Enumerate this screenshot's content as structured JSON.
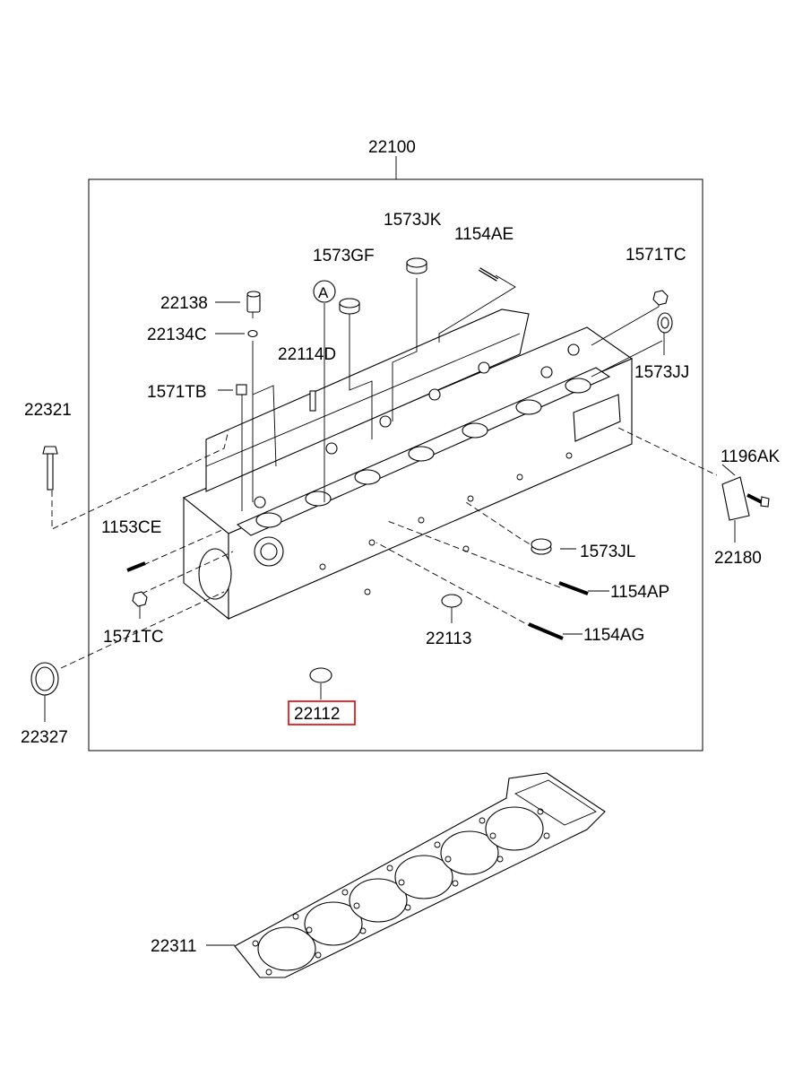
{
  "labels": {
    "assembly": "22100",
    "p1573JK": "1573JK",
    "p1154AE": "1154AE",
    "p1573GF": "1573GF",
    "p1571TC_top": "1571TC",
    "p22138": "22138",
    "p22134C": "22134C",
    "p22114D": "22114D",
    "p1573JJ": "1573JJ",
    "p1571TB": "1571TB",
    "p22321": "22321",
    "p1196AK": "1196AK",
    "p22180": "22180",
    "p1153CE": "1153CE",
    "p1573JL": "1573JL",
    "p1154AP": "1154AP",
    "p1571TC_bottom": "1571TC",
    "p22113": "22113",
    "p1154AG": "1154AG",
    "p22112": "22112",
    "p22327": "22327",
    "p22311": "22311",
    "marker": "A"
  },
  "highlight": {
    "part": "22112",
    "color": "#e00000"
  }
}
